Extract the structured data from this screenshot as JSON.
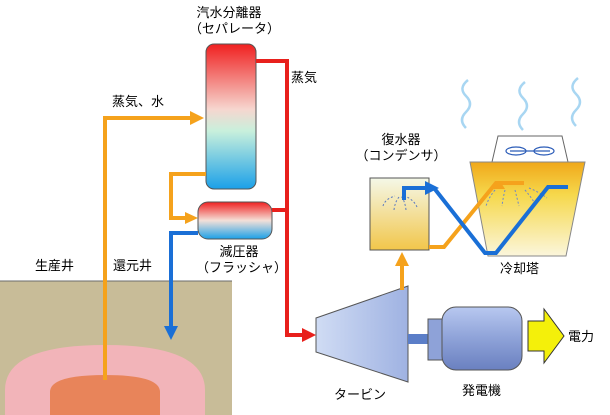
{
  "labels": {
    "separator_line1": "汽水分離器",
    "separator_line2": "（セパレータ）",
    "steam": "蒸気",
    "steam_water": "蒸気、水",
    "condenser_line1": "復水器",
    "condenser_line2": "（コンデンサ）",
    "production_well": "生産井",
    "reinjection_well": "還元井",
    "flasher_line1": "減圧器",
    "flasher_line2": "（フラッシャ）",
    "cooling_tower": "冷却塔",
    "turbine": "タービン",
    "generator": "発電機",
    "power": "電力"
  },
  "colors": {
    "hot_water_pipe": "#f5a21c",
    "steam_pipe": "#e8201c",
    "cold_water_pipe": "#1a6fd6",
    "ground": "#c8bc98",
    "reservoir_outer": "#f2b4b9",
    "reservoir_inner": "#e8845a",
    "machine_fill": "#8ea2d8",
    "power_arrow": "#f4f00a"
  }
}
